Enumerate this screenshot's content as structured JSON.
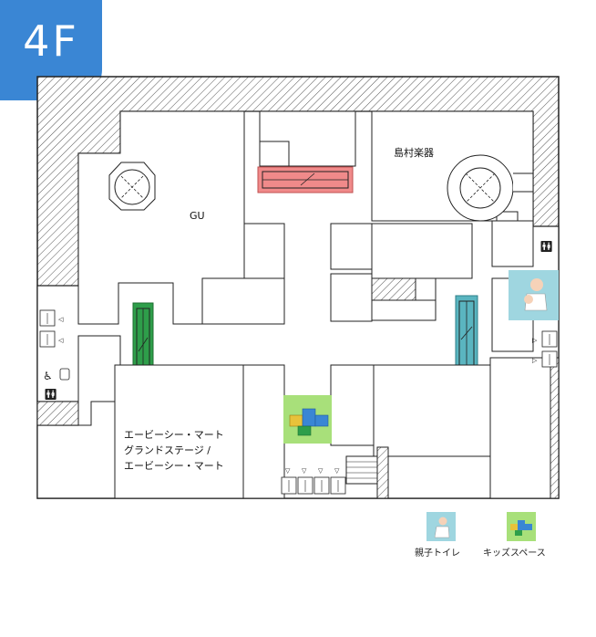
{
  "floor": {
    "label": "4F"
  },
  "stores": {
    "gu": "GU",
    "shimamura": "島村楽器",
    "abc_line1": "エービーシー・マート",
    "abc_line2": "グランドステージ /",
    "abc_line3": "エービーシー・マート"
  },
  "legend": {
    "nursing_toilet": "親子トイレ",
    "kids_space": "キッズスペース"
  },
  "colors": {
    "badge": "#3a86d4",
    "escalator_red": "#f08a8a",
    "escalator_green": "#2e9e4a",
    "escalator_teal": "#5ab5c0",
    "nursing_icon_bg": "#9fd6e0",
    "kids_icon_bg": "#a8e07a"
  },
  "icons": [
    "elevator-icon",
    "restroom-icon",
    "accessible-restroom-icon",
    "nursing-toilet-icon",
    "kids-space-icon",
    "escalator-icon"
  ]
}
